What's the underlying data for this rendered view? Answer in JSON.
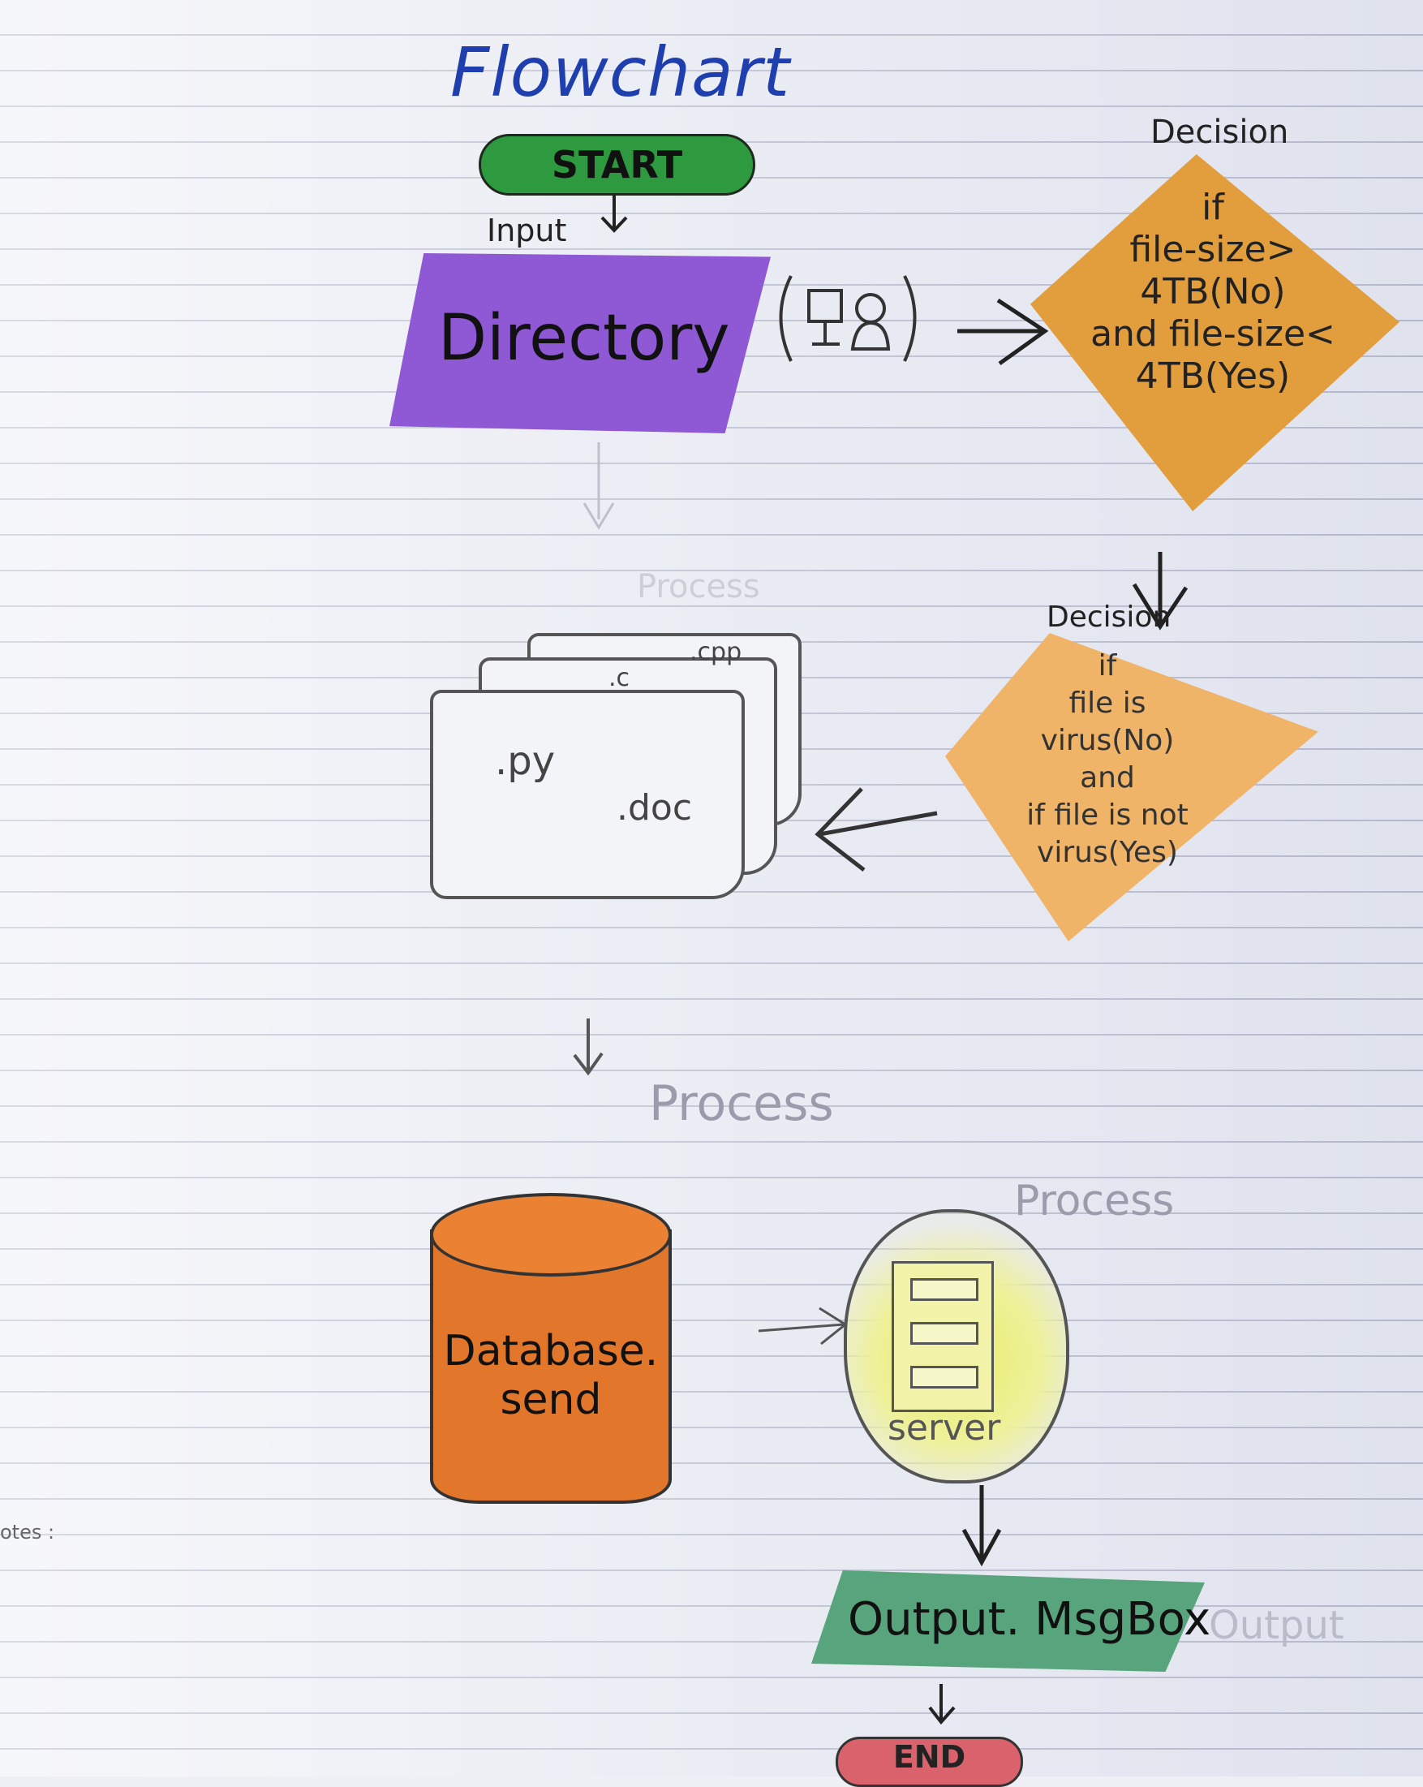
{
  "title": "Flowchart",
  "start": "START",
  "input_label": "Input",
  "directory": "Directory",
  "decision1": {
    "heading": "Decision",
    "lines": [
      "if",
      "file-size>",
      "4TB(No)",
      "and file-size<",
      "4TB(Yes)"
    ]
  },
  "decision2": {
    "heading": "Decision",
    "lines": [
      "if",
      "file is",
      "virus(No)",
      "and",
      "if file is not",
      "virus(Yes)"
    ]
  },
  "documents": {
    "labels": [
      ".py",
      ".doc",
      ".c",
      ".cpp"
    ],
    "faint_label": "Process"
  },
  "process_label": "Process",
  "database": {
    "lines": [
      "Database.",
      "send"
    ]
  },
  "server": {
    "heading": "Process",
    "label": "server"
  },
  "output": {
    "text": "Output. MsgBox",
    "side_label": "Output"
  },
  "end": "END",
  "notes_fragment": "otes :",
  "colors": {
    "title": "#1f3fae",
    "start": "#2e9a3f",
    "directory": "#8f58d4",
    "decision1": "#e29e3c",
    "decision2": "#f0b469",
    "database": "#e2772b",
    "server": "#e9ec6a",
    "output": "#58a47d",
    "end": "#d9626d"
  }
}
